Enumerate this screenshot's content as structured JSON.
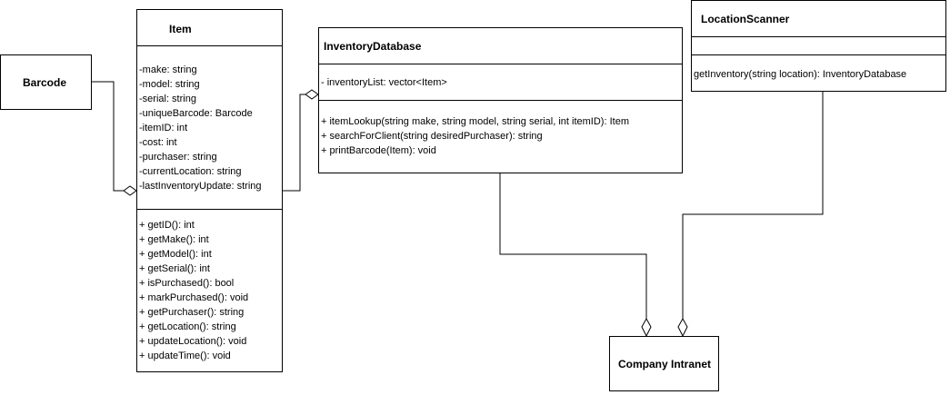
{
  "classes": {
    "barcode": {
      "name": "Barcode"
    },
    "item": {
      "name": "Item",
      "attributes": [
        "-make: string",
        "-model: string",
        "-serial: string",
        "-uniqueBarcode: Barcode",
        "-itemID: int",
        "-cost: int",
        "-purchaser: string",
        "-currentLocation: string",
        "-lastInventoryUpdate: string"
      ],
      "methods": [
        "+ getID(): int",
        "+ getMake(): int",
        "+ getModel(): int",
        "+ getSerial(): int",
        "+ isPurchased(): bool",
        "+ markPurchased(): void",
        "+ getPurchaser(): string",
        "+ getLocation(): string",
        "+ updateLocation(): void",
        "+ updateTime(): void"
      ]
    },
    "inventory_database": {
      "name": "InventoryDatabase",
      "attributes": [
        "- inventoryList: vector<Item>"
      ],
      "methods": [
        "+ itemLookup(string make, string model, string serial, int itemID): Item",
        "+ searchForClient(string desiredPurchaser): string",
        "+ printBarcode(Item): void"
      ]
    },
    "location_scanner": {
      "name": "LocationScanner",
      "attributes": [],
      "methods": [
        "getInventory(string location): InventoryDatabase"
      ]
    },
    "company_intranet": {
      "name": "Company Intranet"
    }
  }
}
